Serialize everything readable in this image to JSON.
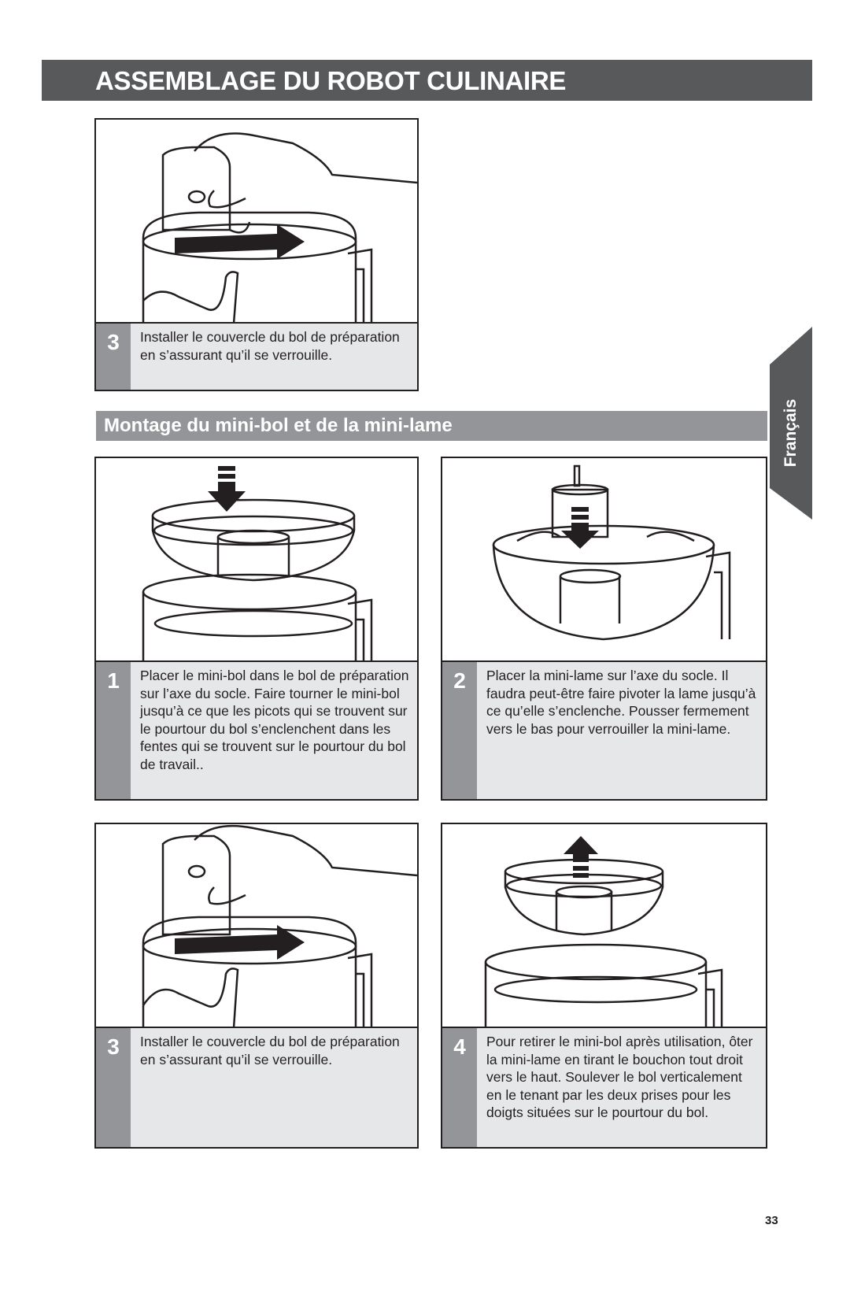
{
  "header": {
    "title": "ASSEMBLAGE DU ROBOT CULINAIRE"
  },
  "language_tab": {
    "label": "Français"
  },
  "section": {
    "title": "Montage du mini-bol et de la mini-lame"
  },
  "steps": [
    {
      "number": "3",
      "text": "Installer le couvercle du bol de préparation en s’assurant qu’il se verrouille.",
      "illustration": "lid-lock-illustration"
    },
    {
      "number": "1",
      "text": "Placer le mini-bol dans le bol de préparation sur l’axe du socle. Faire tourner le mini-bol jusqu’à ce que les picots qui se trouvent sur le pourtour du bol s’enclenchent dans les fentes qui se trouvent sur le pourtour du bol de travail..",
      "illustration": "mini-bowl-insert-illustration"
    },
    {
      "number": "2",
      "text": "Placer la mini-lame sur l’axe du socle. Il faudra peut-être faire pivoter la lame jusqu’à ce qu’elle s’enclenche. Pousser fermement vers le bas pour verrouiller la mini-lame.",
      "illustration": "mini-blade-insert-illustration"
    },
    {
      "number": "3",
      "text": "Installer le couvercle du bol de préparation en s’assurant qu’il se verrouille.",
      "illustration": "lid-lock-illustration"
    },
    {
      "number": "4",
      "text": "Pour retirer le mini-bol après utilisation, ôter la mini-lame en tirant le bouchon tout droit vers le haut. Soulever le bol verticalement en le tenant par les deux prises pour les doigts situées sur le pourtour du bol.",
      "illustration": "mini-bowl-remove-illustration"
    }
  ],
  "page_number": "33",
  "colors": {
    "dark_bar": "#58595b",
    "mid_gray": "#939598",
    "caption_bg": "#e6e7e8",
    "ink": "#231f20"
  }
}
